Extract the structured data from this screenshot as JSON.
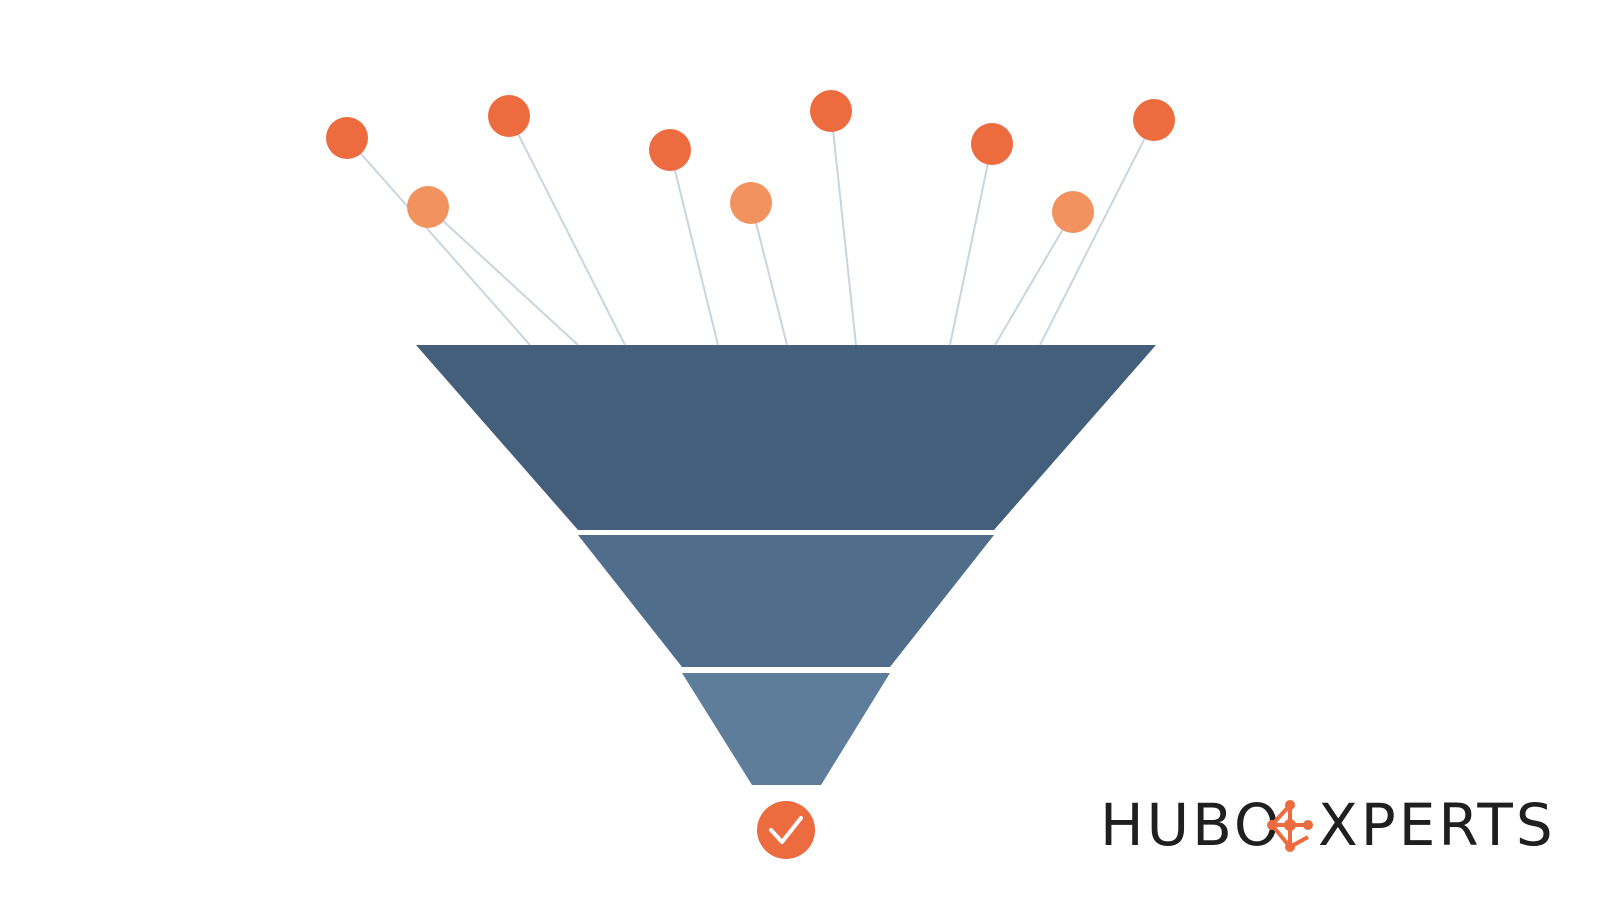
{
  "colors": {
    "background": "#ffffff",
    "ball_dark": "#ec6b3f",
    "ball_light": "#f2935f",
    "stem": "#ccd4dd",
    "funnel_top": "#445f7b",
    "funnel_mid": "#506e8c",
    "funnel_bottom": "#5d7d9b",
    "check_circle": "#ec6b3f",
    "check_mark": "#ffffff",
    "logo_text": "#1f1f1f",
    "logo_accent": "#ec6b3f"
  },
  "funnel": {
    "tiers": [
      {
        "name": "top-tier",
        "color_key": "funnel_top"
      },
      {
        "name": "middle-tier",
        "color_key": "funnel_mid"
      },
      {
        "name": "bottom-tier",
        "color_key": "funnel_bottom"
      }
    ]
  },
  "balls": [
    {
      "name": "lead-ball-1",
      "tone": "dark"
    },
    {
      "name": "lead-ball-2",
      "tone": "light"
    },
    {
      "name": "lead-ball-3",
      "tone": "dark"
    },
    {
      "name": "lead-ball-4",
      "tone": "dark"
    },
    {
      "name": "lead-ball-5",
      "tone": "light"
    },
    {
      "name": "lead-ball-6",
      "tone": "dark"
    },
    {
      "name": "lead-ball-7",
      "tone": "dark"
    },
    {
      "name": "lead-ball-8",
      "tone": "light"
    },
    {
      "name": "lead-ball-9",
      "tone": "dark"
    }
  ],
  "output_icon": "check-icon",
  "logo": {
    "text_left": "HUBO",
    "text_right": "XPERTS",
    "accent_icon": "molecule-e-icon"
  }
}
